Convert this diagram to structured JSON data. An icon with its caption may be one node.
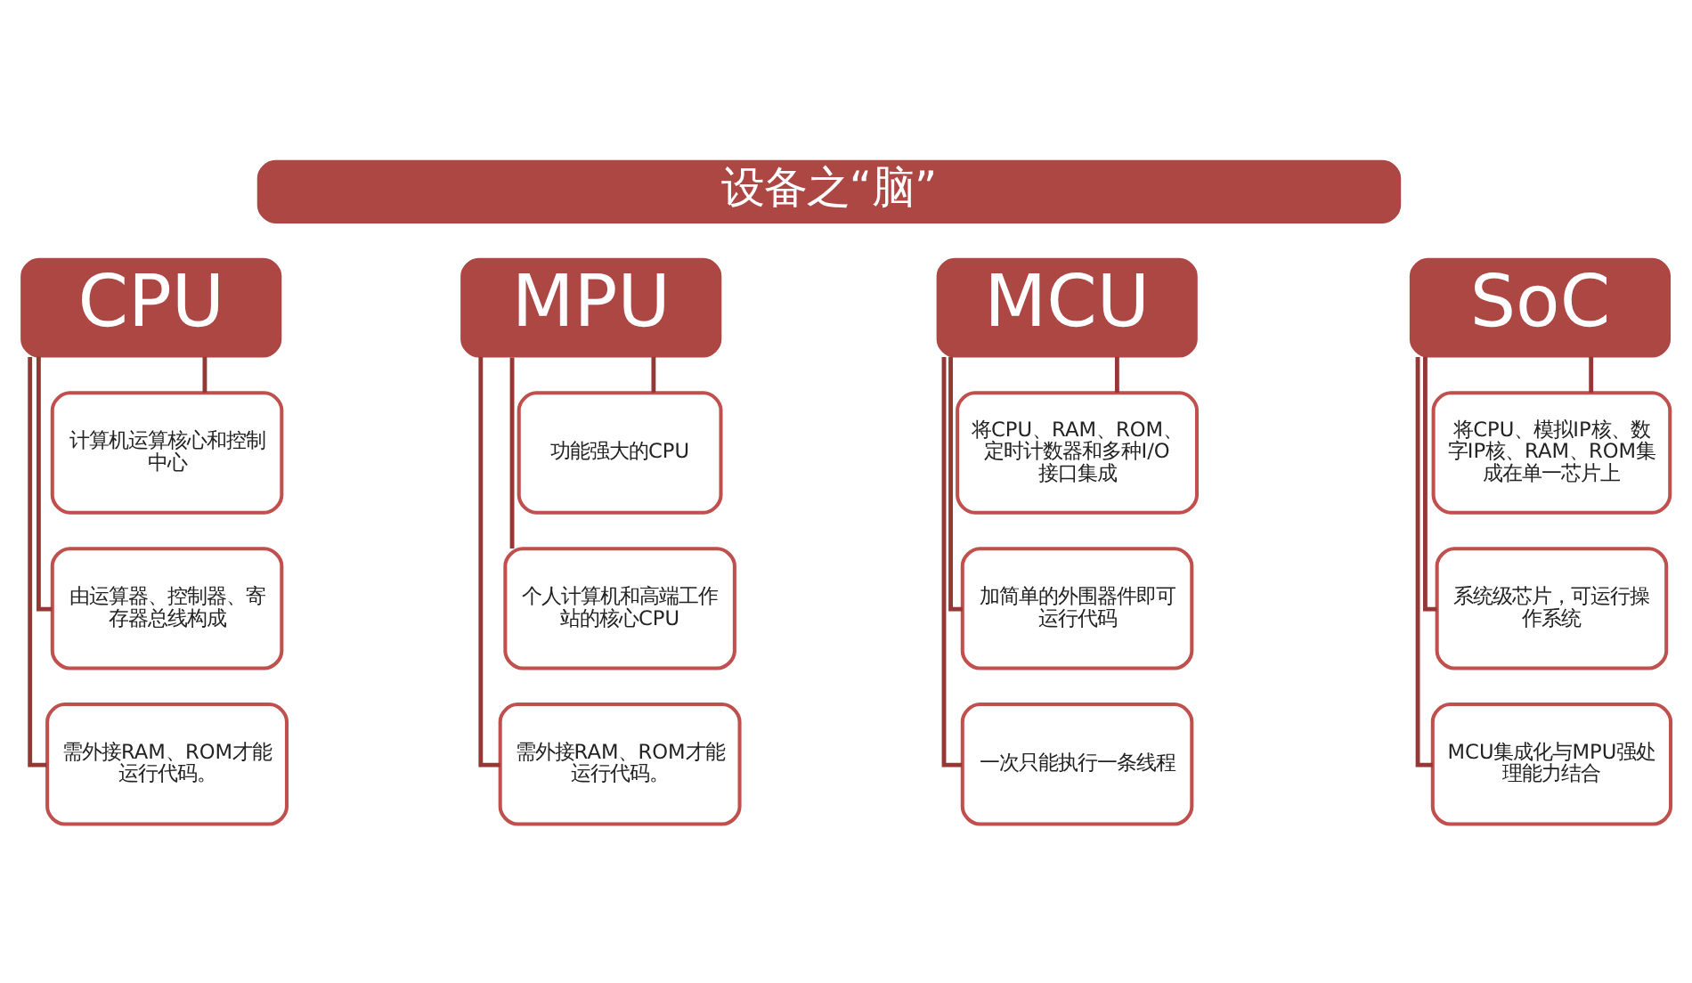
{
  "diagram": {
    "nodes": [
      {
        "text": [
          "设备之“脑”"
        ]
      },
      {
        "text": [
          "CPU"
        ]
      },
      {
        "text": [
          "MPU"
        ]
      },
      {
        "text": [
          "MCU"
        ]
      },
      {
        "text": [
          "SoC"
        ]
      },
      {
        "text": [
          "计算机运算核心和控制中心"
        ]
      },
      {
        "text": [
          "由运算器、控制器、寄存器总线构成"
        ]
      },
      {
        "text": [
          "需外接RAM、ROM才能运行代码。"
        ]
      },
      {
        "text": [
          "功能强大的CPU"
        ]
      },
      {
        "text": [
          "个人计算机和高端工作站的核心CPU"
        ]
      },
      {
        "text": [
          "需外接RAM、ROM才能运行代码。"
        ]
      },
      {
        "text": [
          "将CPU、RAM、ROM、定时计数器和多种I/O接口集成"
        ]
      },
      {
        "text": [
          "加简单的外围器件即可运行代码"
        ]
      },
      {
        "text": [
          "一次只能执行一条线程"
        ]
      },
      {
        "text": [
          "将CPU、模拟IP核、数字IP核、RAM、ROM集成在单一芯片上"
        ]
      },
      {
        "text": [
          "系统级芯片，可运行操作系统"
        ]
      },
      {
        "text": [
          "MCU集成化与MPU强处理能力结合"
        ]
      }
    ],
    "edges": [
      {
        "from": 1,
        "to": 5,
        "arrow": "none"
      },
      {
        "from": 1,
        "to": 6,
        "arrow": "none"
      },
      {
        "from": 1,
        "to": 7,
        "arrow": "none"
      },
      {
        "from": 2,
        "to": 8,
        "arrow": "none"
      },
      {
        "from": 2,
        "to": 9,
        "arrow": "none"
      },
      {
        "from": 2,
        "to": 10,
        "arrow": "none"
      },
      {
        "from": 3,
        "to": 11,
        "arrow": "none"
      },
      {
        "from": 3,
        "to": 12,
        "arrow": "none"
      },
      {
        "from": 3,
        "to": 13,
        "arrow": "none"
      },
      {
        "from": 4,
        "to": 14,
        "arrow": "none"
      },
      {
        "from": 4,
        "to": 15,
        "arrow": "none"
      },
      {
        "from": 4,
        "to": 16,
        "arrow": "none"
      }
    ]
  }
}
